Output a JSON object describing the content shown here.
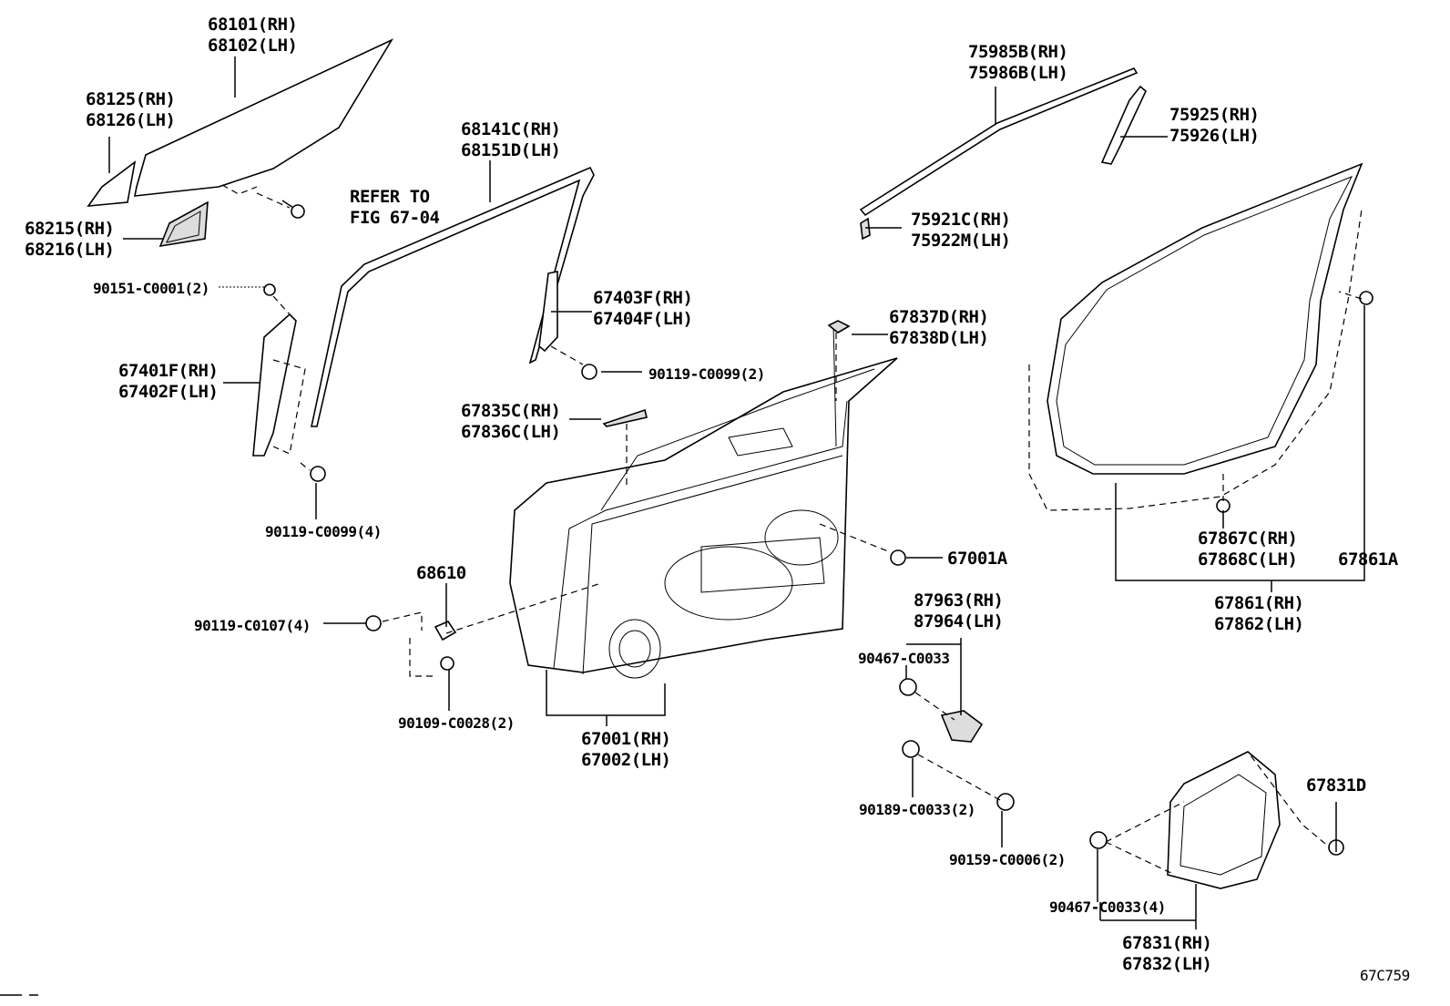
{
  "labels": {
    "g68101": [
      "68101(RH)",
      "68102(LH)"
    ],
    "g68125": [
      "68125(RH)",
      "68126(LH)"
    ],
    "g68215": [
      "68215(RH)",
      "68216(LH)"
    ],
    "refer": [
      "REFER TO",
      "FIG 67-04"
    ],
    "g90151": "90151-C0001(2)",
    "g68141": [
      "68141C(RH)",
      "68151D(LH)"
    ],
    "g67403": [
      "67403F(RH)",
      "67404F(LH)"
    ],
    "g67401": [
      "67401F(RH)",
      "67402F(LH)"
    ],
    "g90119a": "90119-C0099(2)",
    "g90119b": "90119-C0099(4)",
    "g67837": [
      "67837D(RH)",
      "67838D(LH)"
    ],
    "g67835": [
      "67835C(RH)",
      "67836C(LH)"
    ],
    "g68610": "68610",
    "g90119c": "90119-C0107(4)",
    "g90109": "90109-C0028(2)",
    "g67001": [
      "67001(RH)",
      "67002(LH)"
    ],
    "g67001A": "67001A",
    "g87963": [
      "87963(RH)",
      "87964(LH)"
    ],
    "g90467a": "90467-C0033",
    "g90189": "90189-C0033(2)",
    "g90159": "90159-C0006(2)",
    "g67831D": "67831D",
    "g90467b": "90467-C0033(4)",
    "g67831": [
      "67831(RH)",
      "67832(LH)"
    ],
    "g75985": [
      "75985B(RH)",
      "75986B(LH)"
    ],
    "g75925": [
      "75925(RH)",
      "75926(LH)"
    ],
    "g75921": [
      "75921C(RH)",
      "75922M(LH)"
    ],
    "g67867": [
      "67867C(RH)",
      "67868C(LH)"
    ],
    "g67861A": "67861A",
    "g67861": [
      "67861(RH)",
      "67862(LH)"
    ],
    "figure_code": "67C759"
  }
}
